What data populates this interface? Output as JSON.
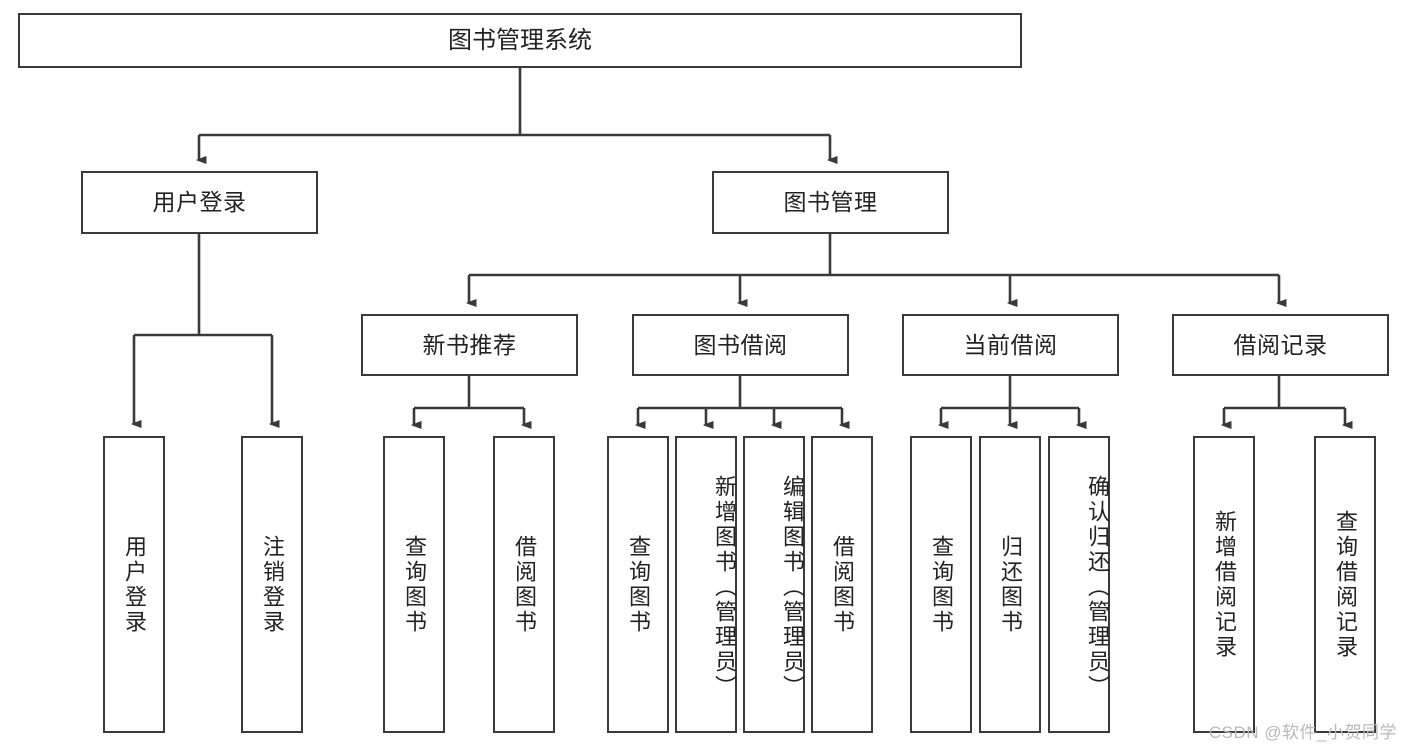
{
  "diagram": {
    "title": "图书管理系统",
    "type": "tree-hierarchy-chart",
    "root": {
      "id": "root",
      "label": "图书管理系统"
    },
    "level2": [
      {
        "id": "user-login",
        "label": "用户登录"
      },
      {
        "id": "book-manage",
        "label": "图书管理"
      }
    ],
    "level3": [
      {
        "id": "new-book-recommend",
        "label": "新书推荐"
      },
      {
        "id": "book-borrow",
        "label": "图书借阅"
      },
      {
        "id": "current-borrow",
        "label": "当前借阅"
      },
      {
        "id": "borrow-record",
        "label": "借阅记录"
      }
    ],
    "leaves": [
      {
        "id": "leaf-user-login",
        "parent": "user-login",
        "label": "用户登录"
      },
      {
        "id": "leaf-logout-login",
        "parent": "user-login",
        "label": "注销登录"
      },
      {
        "id": "leaf-query-book-1",
        "parent": "new-book-recommend",
        "label": "查询图书"
      },
      {
        "id": "leaf-borrow-book-1",
        "parent": "new-book-recommend",
        "label": "借阅图书"
      },
      {
        "id": "leaf-query-book-2",
        "parent": "book-borrow",
        "label": "查询图书"
      },
      {
        "id": "leaf-add-book-admin",
        "parent": "book-borrow",
        "label": "新增图书（管理员）"
      },
      {
        "id": "leaf-edit-book-admin",
        "parent": "book-borrow",
        "label": "编辑图书（管理员）"
      },
      {
        "id": "leaf-borrow-book-2",
        "parent": "book-borrow",
        "label": "借阅图书"
      },
      {
        "id": "leaf-query-book-3",
        "parent": "current-borrow",
        "label": "查询图书"
      },
      {
        "id": "leaf-return-book",
        "parent": "current-borrow",
        "label": "归还图书"
      },
      {
        "id": "leaf-confirm-return-admin",
        "parent": "current-borrow",
        "label": "确认归还（管理员）"
      },
      {
        "id": "leaf-add-borrow-record",
        "parent": "borrow-record",
        "label": "新增借阅记录"
      },
      {
        "id": "leaf-query-borrow-record",
        "parent": "borrow-record",
        "label": "查询借阅记录"
      }
    ],
    "colors": {
      "border": "#3a3a3a",
      "text": "#222222",
      "background": "#ffffff",
      "watermark": "#b9b9b9"
    }
  },
  "watermark": {
    "text": "CSDN @软件_小贺同学"
  }
}
